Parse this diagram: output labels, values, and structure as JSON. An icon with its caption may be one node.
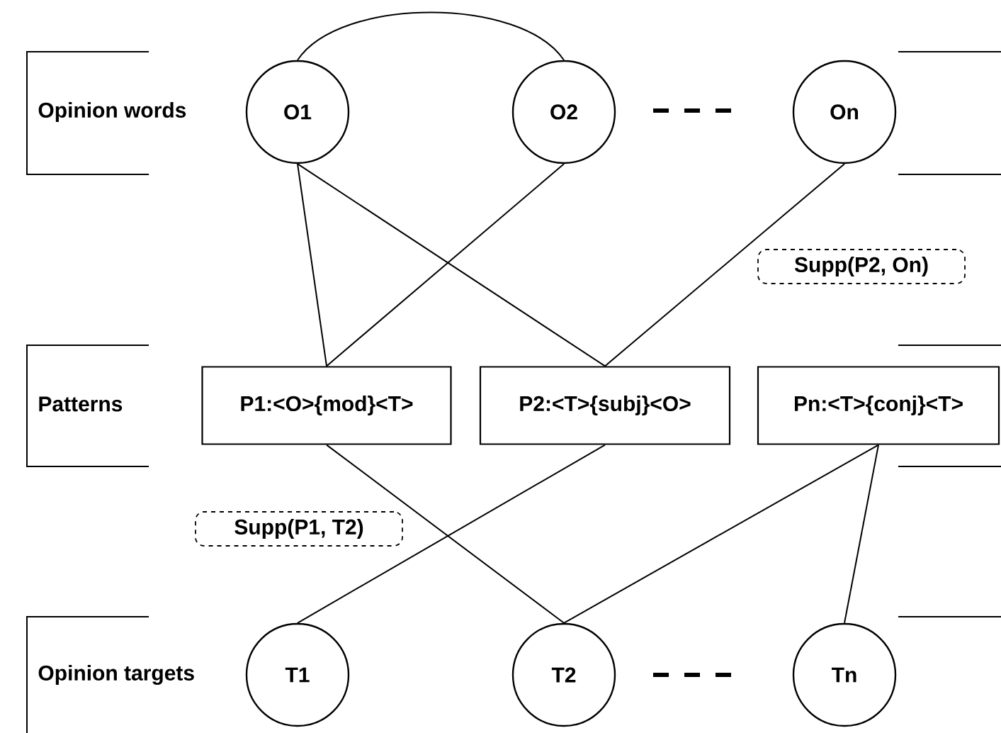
{
  "diagram": {
    "nodes": [
      {
        "text": [
          "O1"
        ]
      },
      {
        "text": [
          "O2"
        ]
      },
      {
        "text": [
          "On"
        ]
      },
      {
        "text": [
          "Supp(P2, On)"
        ]
      },
      {
        "text": [
          "P1:<O>{mod}<T>"
        ]
      },
      {
        "text": [
          "P2:<T>{subj}<O>"
        ]
      },
      {
        "text": [
          "Pn:<T>{conj}<T>"
        ]
      },
      {
        "text": [
          "Supp(P1, T2)"
        ]
      },
      {
        "text": [
          "T1"
        ]
      },
      {
        "text": [
          "T2"
        ]
      },
      {
        "text": [
          "Tn"
        ]
      }
    ],
    "edges": [
      {
        "from": 0,
        "to": 1,
        "arrow": "none"
      },
      {
        "from": 0,
        "to": 4,
        "arrow": "none"
      },
      {
        "from": 1,
        "to": 4,
        "arrow": "none"
      },
      {
        "from": 0,
        "to": 5,
        "arrow": "none"
      },
      {
        "from": 2,
        "to": 5,
        "arrow": "none"
      },
      {
        "from": 4,
        "to": 9,
        "arrow": "none"
      },
      {
        "from": 5,
        "to": 8,
        "arrow": "none"
      },
      {
        "from": 6,
        "to": 9,
        "arrow": "none"
      },
      {
        "from": 6,
        "to": 10,
        "arrow": "none"
      }
    ],
    "labels": [
      "Opinion words",
      "Patterns",
      "Opinion targets"
    ]
  }
}
